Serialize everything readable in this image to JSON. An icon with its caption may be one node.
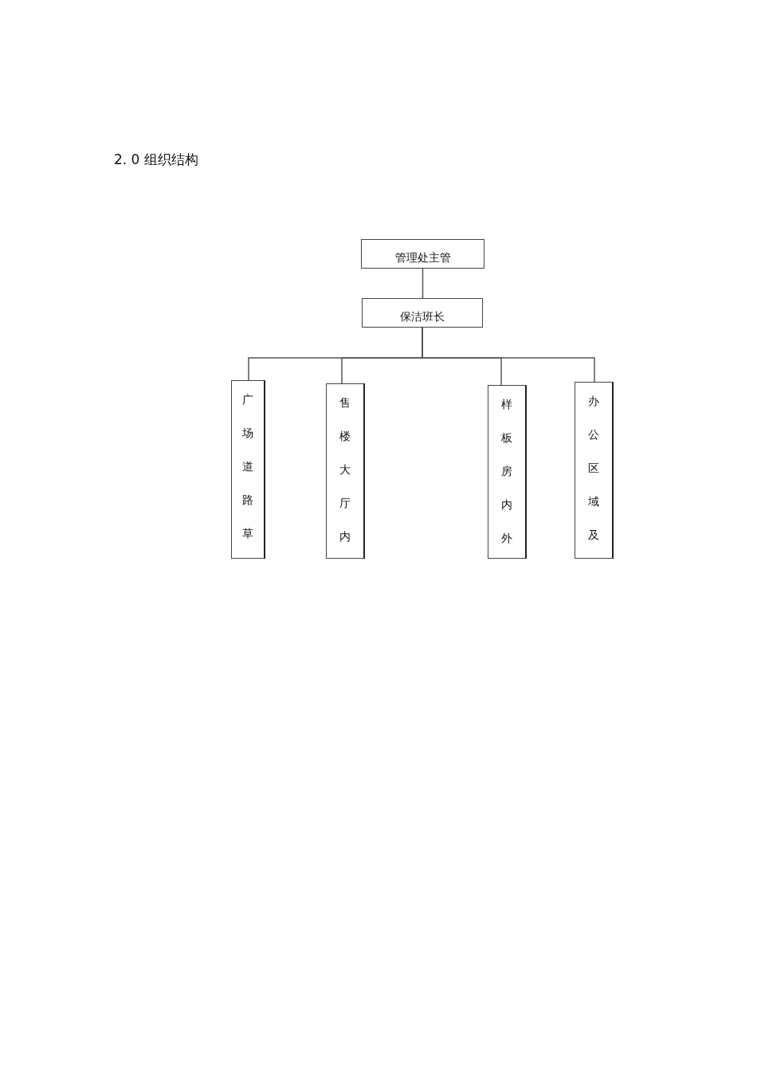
{
  "diagram": {
    "title": "2. 0 组织结构",
    "nodes": [
      {
        "text": [
          "管理处主管"
        ]
      },
      {
        "text": [
          "保洁班长"
        ]
      },
      {
        "text": [
          "广场道路草"
        ]
      },
      {
        "text": [
          "售楼大厅内"
        ]
      },
      {
        "text": [
          "样板房内外"
        ]
      },
      {
        "text": [
          "办公区域及"
        ]
      }
    ],
    "edges": [
      {
        "from": 0,
        "to": 1,
        "arrow": "none"
      },
      {
        "from": 1,
        "to": 2,
        "arrow": "none"
      },
      {
        "from": 1,
        "to": 3,
        "arrow": "none"
      },
      {
        "from": 1,
        "to": 4,
        "arrow": "none"
      },
      {
        "from": 1,
        "to": 5,
        "arrow": "none"
      }
    ]
  }
}
